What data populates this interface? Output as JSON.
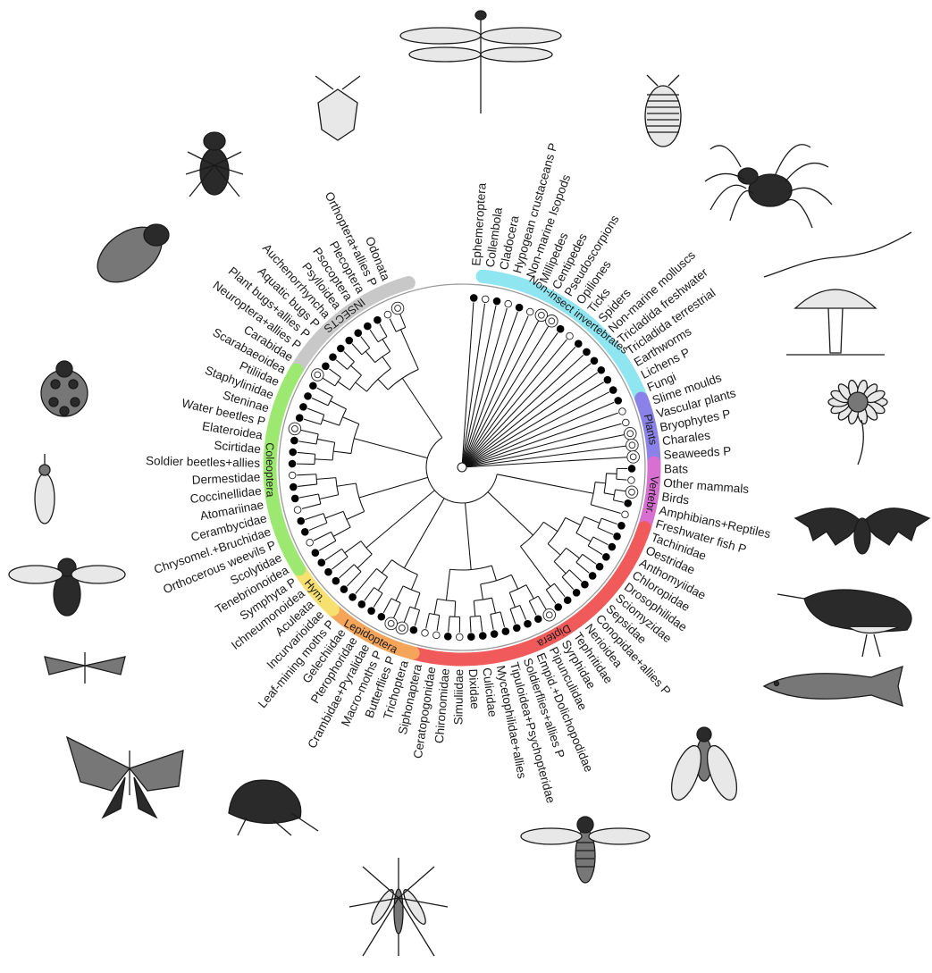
{
  "groups": [
    {
      "label": "INSECTS",
      "start": 0,
      "end": 0,
      "color": "#c8c8c8"
    },
    {
      "label": "Non-insect invertebrates",
      "start": 0,
      "end": 0,
      "color": "#8fe6f0"
    },
    {
      "label": "Plants",
      "start": 0,
      "end": 0,
      "color": "#8a82e8"
    },
    {
      "label": "Vertebr.",
      "start": 0,
      "end": 0,
      "color": "#d770d0"
    },
    {
      "label": "Diptera",
      "start": 0,
      "end": 0,
      "color": "#f05a5a"
    },
    {
      "label": "Lepidoptera",
      "start": 0,
      "end": 0,
      "color": "#f5a55a"
    },
    {
      "label": "Hym.",
      "start": 0,
      "end": 0,
      "color": "#f5e070"
    },
    {
      "label": "Coleoptera",
      "start": 0,
      "end": 0,
      "color": "#9ce870"
    }
  ],
  "leaves": [
    {
      "label": "Ephemeroptera",
      "node": "filled"
    },
    {
      "label": "Collembola",
      "node": "open"
    },
    {
      "label": "Cladocera",
      "node": "filled"
    },
    {
      "label": "Hypogean crustaceans P",
      "node": "open"
    },
    {
      "label": "Non-marine Isopods",
      "node": "filled"
    },
    {
      "label": "Millipedes",
      "node": "open"
    },
    {
      "label": "Centipedes",
      "node": "marker"
    },
    {
      "label": "Pseudoscorpions",
      "node": "marker"
    },
    {
      "label": "Opiliones",
      "node": "filled"
    },
    {
      "label": "Ticks",
      "node": "open"
    },
    {
      "label": "Spiders",
      "node": "filled"
    },
    {
      "label": "Non-marine molluscs",
      "node": "filled"
    },
    {
      "label": "Tricladida freshwater",
      "node": "filled"
    },
    {
      "label": "Tricladida terrestrial",
      "node": "filled"
    },
    {
      "label": "Earthworms",
      "node": "filled"
    },
    {
      "label": "Lichens P",
      "node": "filled"
    },
    {
      "label": "Fungi",
      "node": "filled"
    },
    {
      "label": "Slime moulds",
      "node": "open"
    },
    {
      "label": "Vascular plants",
      "node": "open"
    },
    {
      "label": "Bryophytes P",
      "node": "marker"
    },
    {
      "label": "Charales",
      "node": "marker"
    },
    {
      "label": "Seaweeds P",
      "node": "marker"
    },
    {
      "label": "Bats",
      "node": "filled"
    },
    {
      "label": "Other mammals",
      "node": "open"
    },
    {
      "label": "Birds",
      "node": "marker"
    },
    {
      "label": "Amphibians+Reptiles",
      "node": "filled"
    },
    {
      "label": "Freshwater fish P",
      "node": "open"
    },
    {
      "label": "Tachinidae",
      "node": "filled"
    },
    {
      "label": "Oestridae",
      "node": "filled"
    },
    {
      "label": "Anthomyiidae",
      "node": "filled"
    },
    {
      "label": "Chloropidae",
      "node": "filled"
    },
    {
      "label": "Drosophilidae",
      "node": "filled"
    },
    {
      "label": "Sciomyzidae",
      "node": "filled"
    },
    {
      "label": "Sepsidae",
      "node": "filled"
    },
    {
      "label": "Conopidae+allies P",
      "node": "filled"
    },
    {
      "label": "Nerioidea",
      "node": "filled"
    },
    {
      "label": "Tephritidae",
      "node": "filled"
    },
    {
      "label": "Syrphidae",
      "node": "marker"
    },
    {
      "label": "Pipunculidae",
      "node": "filled"
    },
    {
      "label": "Empid.+Dolichopodidae",
      "node": "filled"
    },
    {
      "label": "Soldierflies+allies P",
      "node": "filled"
    },
    {
      "label": "Tipuloidea+Psychopteridae",
      "node": "filled"
    },
    {
      "label": "Mycetophilidae+allies",
      "node": "filled"
    },
    {
      "label": "Culicidae",
      "node": "filled"
    },
    {
      "label": "Dixidae",
      "node": "filled"
    },
    {
      "label": "Simuliidae",
      "node": "open"
    },
    {
      "label": "Chironomidae",
      "node": "filled"
    },
    {
      "label": "Ceratopogonidae",
      "node": "open"
    },
    {
      "label": "Siphonaptera",
      "node": "open"
    },
    {
      "label": "Trichoptera",
      "node": "filled"
    },
    {
      "label": "Butterflies P",
      "node": "marker"
    },
    {
      "label": "Macro-moths P",
      "node": "marker"
    },
    {
      "label": "Crambidae+Pyralidae",
      "node": "filled"
    },
    {
      "label": "Pterophoridae",
      "node": "filled"
    },
    {
      "label": "Gelechiidae",
      "node": "filled"
    },
    {
      "label": "Leaf-mining moths P",
      "node": "filled"
    },
    {
      "label": "Incurvarioidae",
      "node": "filled"
    },
    {
      "label": "Aculeata",
      "node": "filled"
    },
    {
      "label": "Ichneumonoidea",
      "node": "filled"
    },
    {
      "label": "Symphyta P",
      "node": "filled"
    },
    {
      "label": "Tenebrionoidea",
      "node": "filled"
    },
    {
      "label": "Scolytidae",
      "node": "open"
    },
    {
      "label": "Orthocerous weevils P",
      "node": "filled"
    },
    {
      "label": "Chrysomel.+Bruchidae",
      "node": "filled"
    },
    {
      "label": "Cerambycidae",
      "node": "open"
    },
    {
      "label": "Atomariinae",
      "node": "filled"
    },
    {
      "label": "Coccinellidae",
      "node": "filled"
    },
    {
      "label": "Dermestidae",
      "node": "open"
    },
    {
      "label": "Soldier beetles+allies",
      "node": "filled"
    },
    {
      "label": "Scirtidae",
      "node": "filled"
    },
    {
      "label": "Elateroidea",
      "node": "filled"
    },
    {
      "label": "Water beetles P",
      "node": "marker"
    },
    {
      "label": "Steninae",
      "node": "filled"
    },
    {
      "label": "Staphylinidae",
      "node": "filled"
    },
    {
      "label": "Ptiliidae",
      "node": "filled"
    },
    {
      "label": "Scarabaeoidea",
      "node": "filled"
    },
    {
      "label": "Carabidae",
      "node": "marker"
    },
    {
      "label": "Neuroptera+allies P",
      "node": "filled"
    },
    {
      "label": "Plant bugs+allies P",
      "node": "filled"
    },
    {
      "label": "Aquatic bugs P",
      "node": "filled"
    },
    {
      "label": "Auchenorrhyncha",
      "node": "filled"
    },
    {
      "label": "Psylloidea",
      "node": "filled"
    },
    {
      "label": "Psocoptera",
      "node": "filled"
    },
    {
      "label": "Plecoptera",
      "node": "filled"
    },
    {
      "label": "Orthoptera+allies P",
      "node": "open"
    },
    {
      "label": "Odonata",
      "node": "marker"
    }
  ],
  "illustrations": [
    {
      "name": "dragonfly-illustration"
    },
    {
      "name": "woodlouse-illustration"
    },
    {
      "name": "spider-illustration"
    },
    {
      "name": "earthworm-illustration"
    },
    {
      "name": "mushroom-illustration"
    },
    {
      "name": "daisy-flower-illustration"
    },
    {
      "name": "bat-illustration"
    },
    {
      "name": "oystercatcher-bird-illustration"
    },
    {
      "name": "fish-illustration"
    },
    {
      "name": "housefly-illustration"
    },
    {
      "name": "hoverfly-illustration"
    },
    {
      "name": "mosquito-illustration"
    },
    {
      "name": "flea-illustration"
    },
    {
      "name": "swallowtail-butterfly-illustration"
    },
    {
      "name": "moth-illustration"
    },
    {
      "name": "bee-illustration"
    },
    {
      "name": "weevil-illustration"
    },
    {
      "name": "ladybird-illustration"
    },
    {
      "name": "cockchafer-beetle-illustration"
    },
    {
      "name": "ground-beetle-illustration"
    },
    {
      "name": "shield-bug-illustration"
    }
  ]
}
